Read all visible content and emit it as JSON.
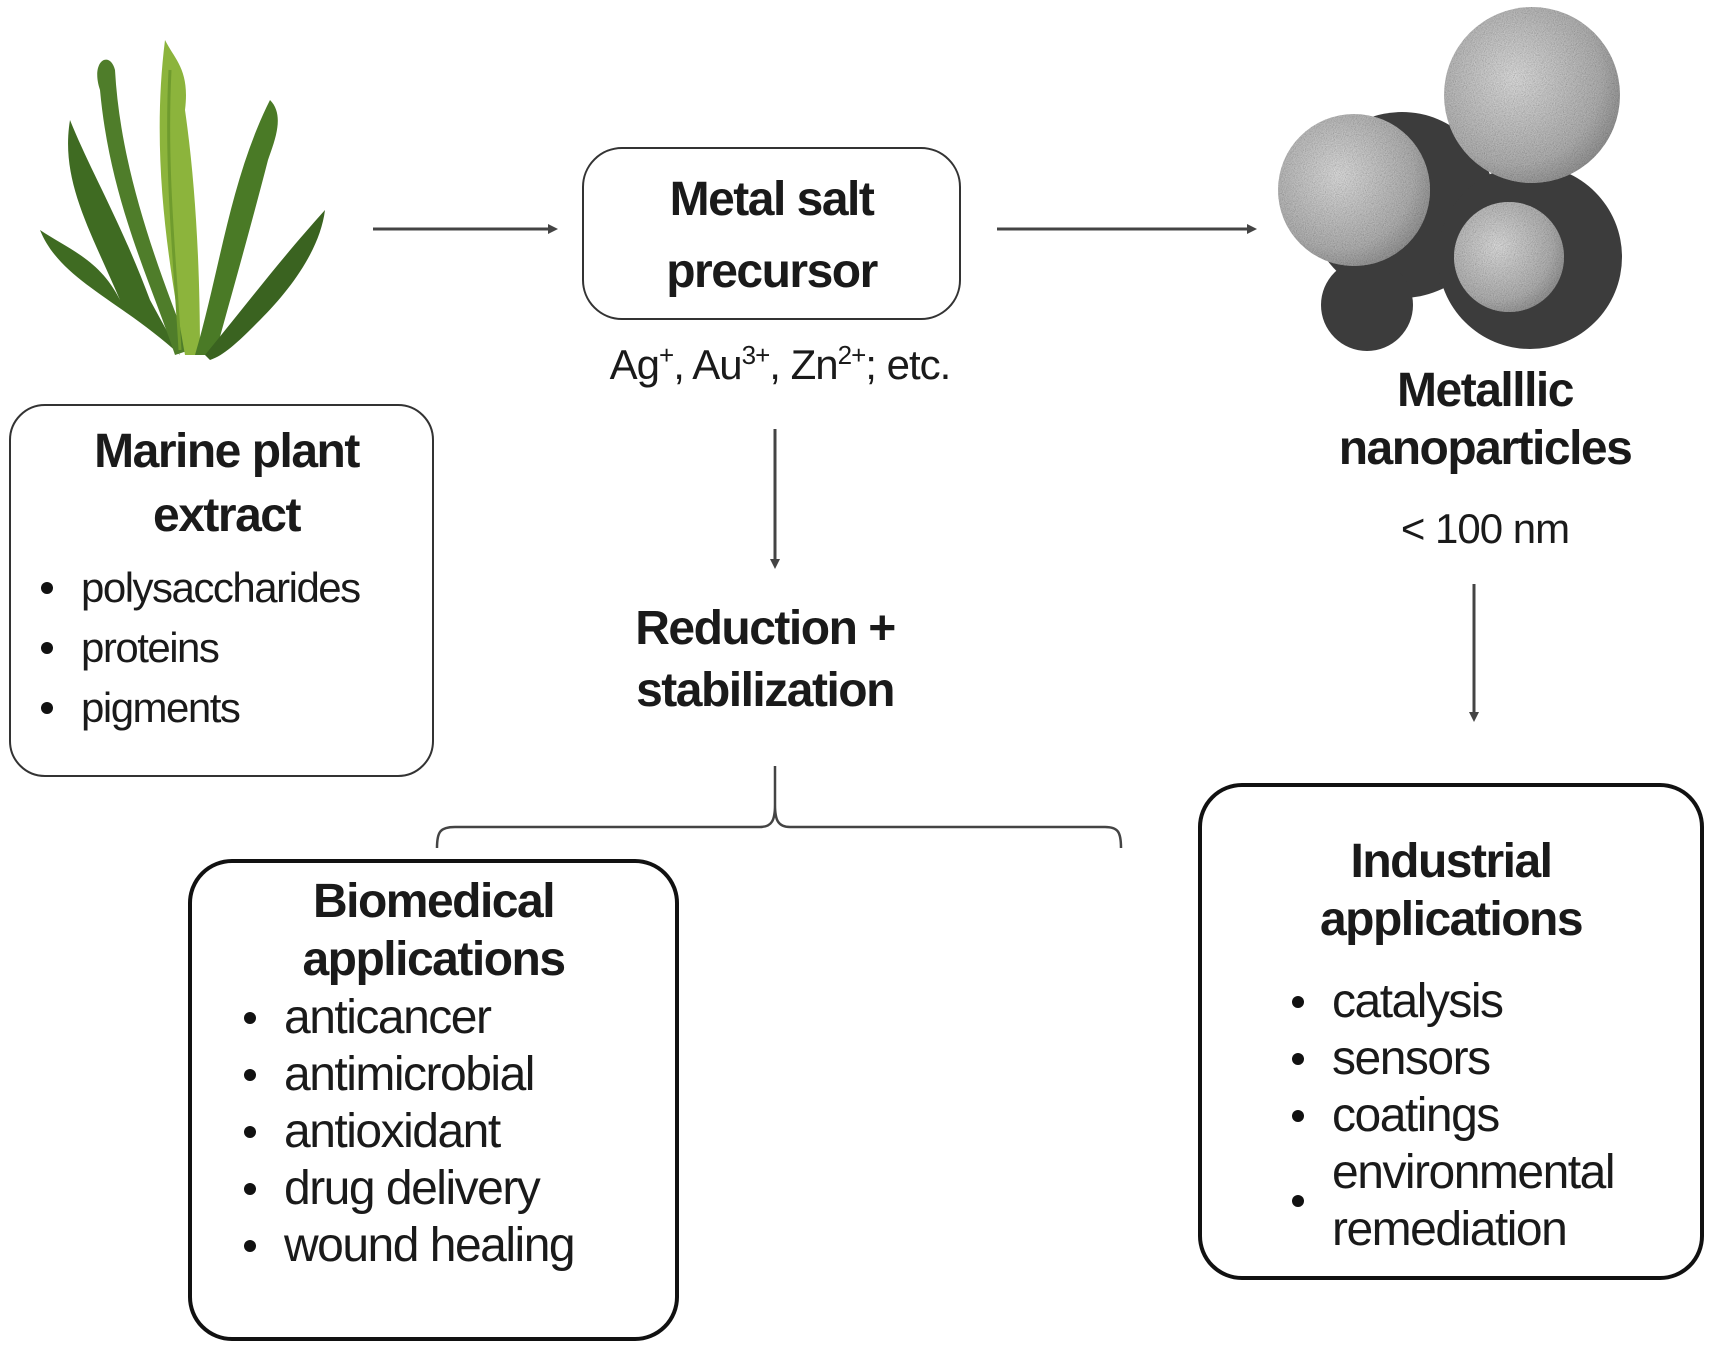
{
  "marine_extract": {
    "title": "Marine plant extract",
    "items": [
      "polysaccharides",
      "proteins",
      "pigments"
    ]
  },
  "precursor": {
    "title_line1": "Metal salt",
    "title_line2": "precursor",
    "ions": [
      "Ag",
      "+",
      ", Au",
      "3+",
      ", Zn",
      "2+",
      "; etc."
    ]
  },
  "process": {
    "line1": "Reduction +",
    "line2": "stabilization"
  },
  "nanoparticles": {
    "line1": "Metalllic",
    "line2": "nanoparticles",
    "size": "< 100 nm"
  },
  "biomedical": {
    "title_line1": "Biomedical",
    "title_line2": "applications",
    "items": [
      "anticancer",
      "antimicrobial",
      "antioxidant",
      "drug delivery",
      "wound healing"
    ]
  },
  "industrial": {
    "title_line1": "Industrial",
    "title_line2": "applications",
    "items": [
      "catalysis",
      "sensors",
      "coatings",
      "environmental remediation"
    ]
  },
  "colors": {
    "arrow": "#444444",
    "seaweed_dark": "#3f6b22",
    "seaweed_light": "#8cb43c",
    "particle_dark": "#3c3c3c",
    "particle_light": "#c8c8c8"
  }
}
